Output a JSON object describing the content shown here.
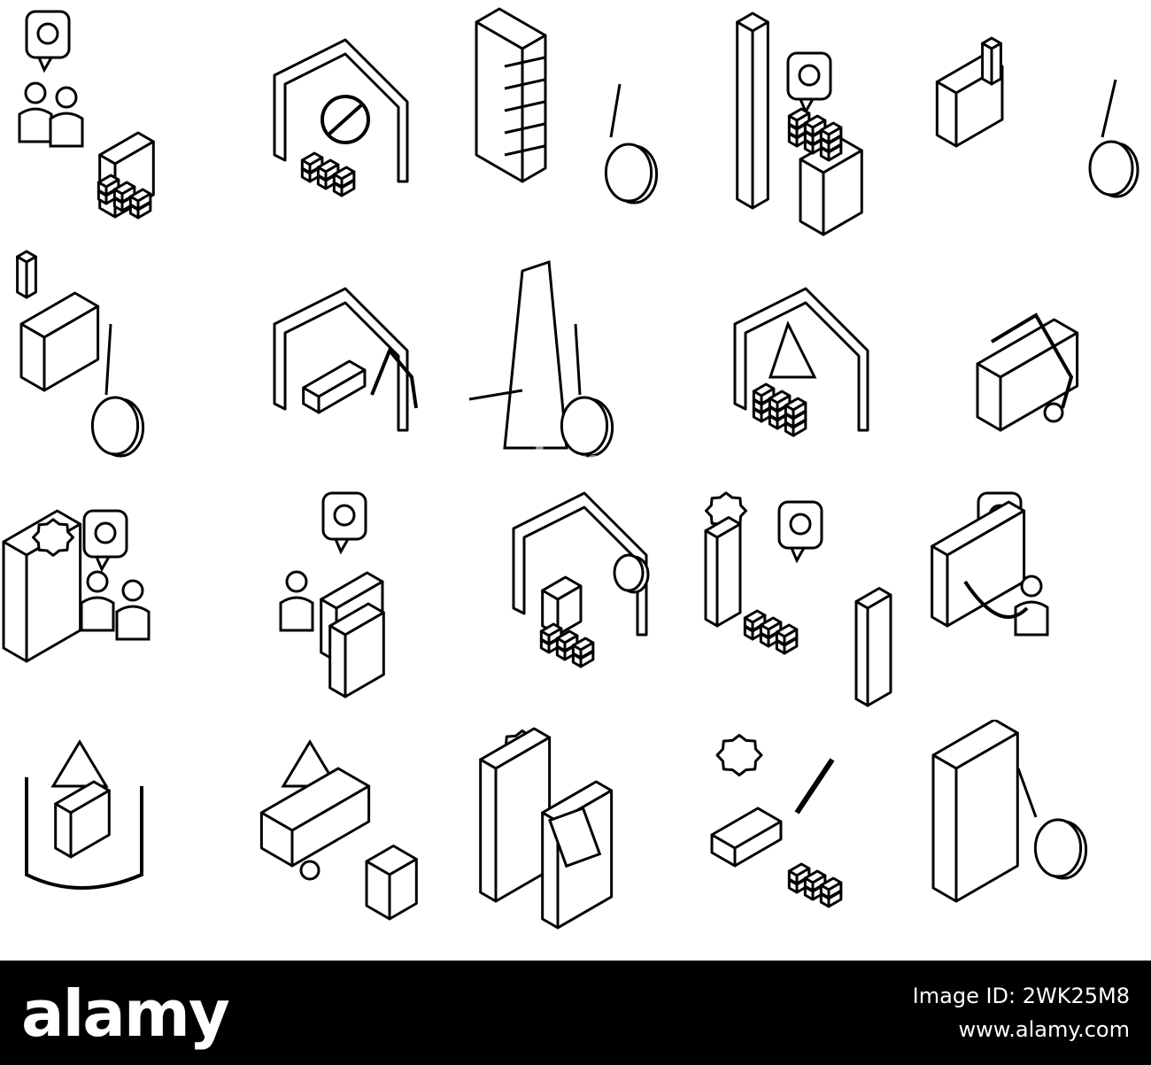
{
  "brand": {
    "logo_text": "alamy",
    "watermark_text": "alamy"
  },
  "footer": {
    "image_id_text": "Image ID: 2WK25M8",
    "url_text": "www.alamy.com"
  },
  "colors": {
    "stroke": "#000000",
    "fill": "#ffffff",
    "footer_bg": "#000000"
  },
  "icons": [
    {
      "name": "workers-chat-demolition-icon"
    },
    {
      "name": "house-prohibited-icon"
    },
    {
      "name": "building-wrecking-ball-icon"
    },
    {
      "name": "wall-worker-chat-icon"
    },
    {
      "name": "factory-wrecking-ball-icon"
    },
    {
      "name": "factory-demolition-ball-icon"
    },
    {
      "name": "house-excavator-icon"
    },
    {
      "name": "chimney-wrecking-ball-icon"
    },
    {
      "name": "house-warning-bricks-icon"
    },
    {
      "name": "excavator-wall-icon"
    },
    {
      "name": "engineer-planning-icon"
    },
    {
      "name": "medical-worker-icon"
    },
    {
      "name": "house-interior-demolition-icon"
    },
    {
      "name": "gear-wall-chat-icon"
    },
    {
      "name": "worker-wall-chat-icon"
    },
    {
      "name": "warning-pit-icon"
    },
    {
      "name": "tanker-truck-warning-icon"
    },
    {
      "name": "gear-wall-tools-icon"
    },
    {
      "name": "gear-brick-chisel-icon"
    },
    {
      "name": "gear-wall-wrecking-ball-icon"
    }
  ]
}
